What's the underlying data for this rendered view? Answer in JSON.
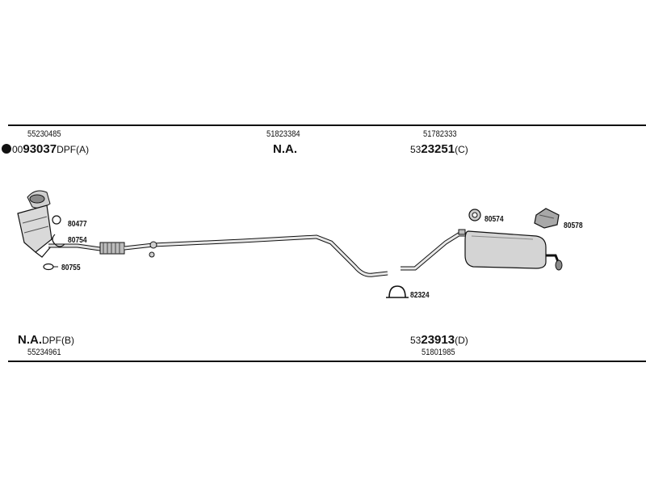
{
  "top_labels": {
    "left_number": "55230485",
    "left_code_prefix": "00",
    "left_code_main": "93037",
    "left_code_suffix": "DPF(A)",
    "center_number": "51823384",
    "center_code": "N.A.",
    "right_number": "51782333",
    "right_code_prefix": "53",
    "right_code_main": "23251",
    "right_code_suffix": "(C)"
  },
  "bottom_labels": {
    "left_code": "N.A.",
    "left_code_suffix": "DPF(B)",
    "left_number": "55234961",
    "right_code_prefix": "53",
    "right_code_main": "23913",
    "right_code_suffix": "(D)",
    "right_number": "51801985"
  },
  "parts": {
    "p80477": "80477",
    "p80754": "80754",
    "p80755": "80755",
    "p80574": "80574",
    "p80578": "80578",
    "p82324": "82324"
  },
  "colors": {
    "line": "#111111",
    "part_fill": "#cfcfcf",
    "part_dark": "#8a8a8a"
  }
}
